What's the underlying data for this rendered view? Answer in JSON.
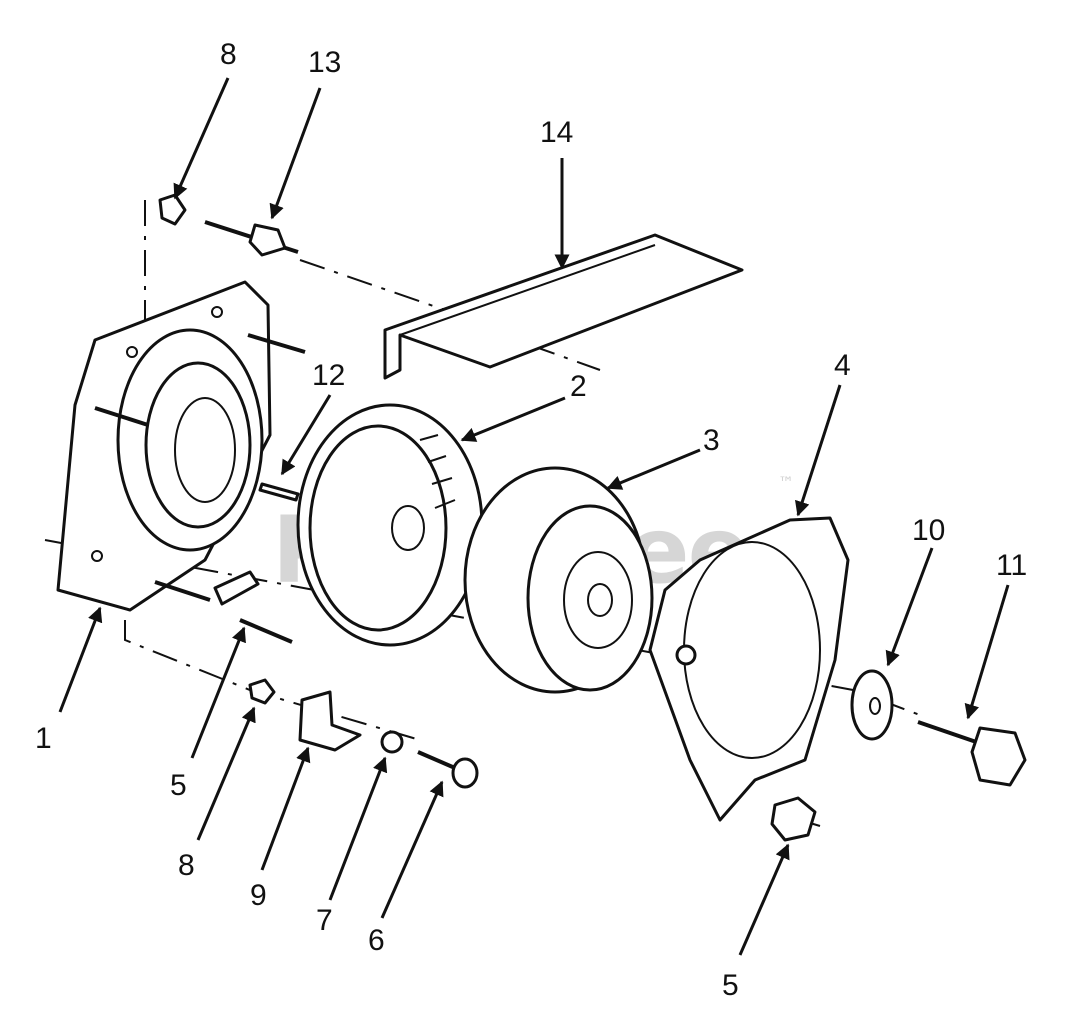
{
  "watermark": "PartsTree",
  "watermark_tm": "™",
  "callouts": {
    "c1": "1",
    "c2": "2",
    "c3": "3",
    "c4": "4",
    "c5a": "5",
    "c5b": "5",
    "c6": "6",
    "c7": "7",
    "c8a": "8",
    "c8b": "8",
    "c9": "9",
    "c10": "10",
    "c11": "11",
    "c12": "12",
    "c13": "13",
    "c14": "14"
  }
}
